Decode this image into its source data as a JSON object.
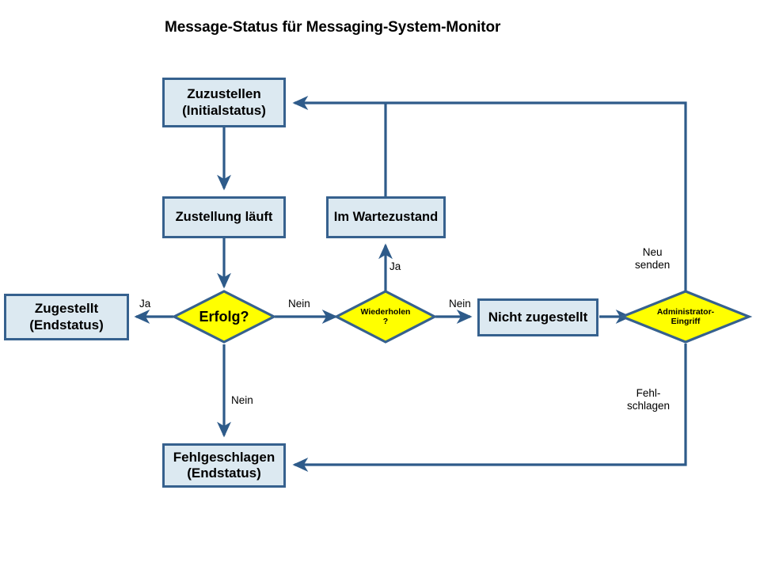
{
  "title": "Message-Status für Messaging-System-Monitor",
  "colors": {
    "box_fill": "#dce9f1",
    "box_border": "#36618e",
    "decision_fill": "#ffff00",
    "decision_border": "#36618e",
    "connector": "#2e5b8a",
    "text": "#000000",
    "background": "#ffffff"
  },
  "nodes": {
    "zuzustellen": {
      "line1": "Zuzustellen",
      "line2": "(Initialstatus)"
    },
    "zustellung_laeuft": {
      "line1": "Zustellung läuft"
    },
    "im_wartezustand": {
      "line1": "Im Wartezustand"
    },
    "zugestellt": {
      "line1": "Zugestellt",
      "line2": "(Endstatus)"
    },
    "nicht_zugestellt": {
      "line1": "Nicht zugestellt"
    },
    "fehlgeschlagen": {
      "line1": "Fehlgeschlagen",
      "line2": "(Endstatus)"
    }
  },
  "decisions": {
    "erfolg": {
      "line1": "Erfolg?"
    },
    "wiederholen": {
      "line1": "Wiederholen",
      "line2": "?"
    },
    "administrator": {
      "line1": "Administrator-",
      "line2": "Eingriff"
    }
  },
  "edge_labels": {
    "erfolg_ja": "Ja",
    "erfolg_nein_right": "Nein",
    "erfolg_nein_down": "Nein",
    "wiederholen_ja": "Ja",
    "wiederholen_nein": "Nein",
    "admin_neu_senden": {
      "line1": "Neu",
      "line2": "senden"
    },
    "admin_fehlschlagen": {
      "line1": "Fehl-",
      "line2": "schlagen"
    }
  }
}
